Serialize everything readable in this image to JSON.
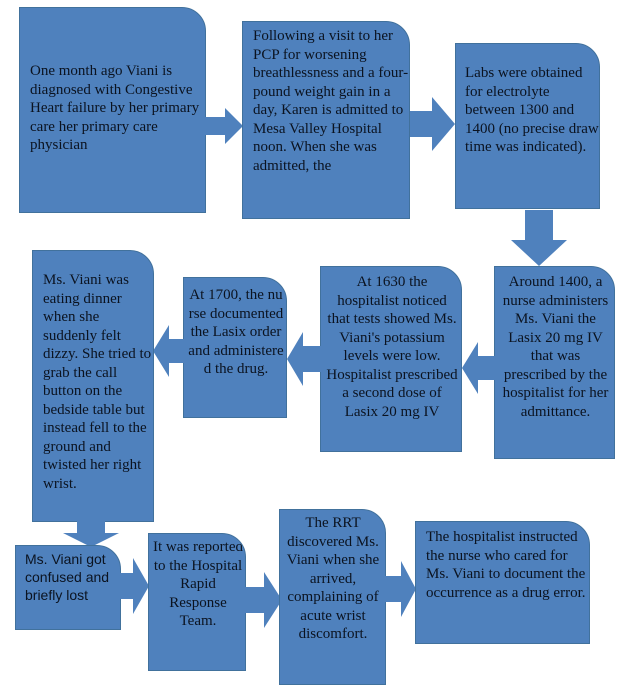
{
  "diagram": {
    "type": "flowchart",
    "colors": {
      "box_fill": "#4f81bd",
      "box_border": "#41719c",
      "text": "#0b1320",
      "arrow": "#4f81bd"
    },
    "steps": [
      {
        "id": 1,
        "text": "One month ago Viani is diagnosed with Congestive Heart failure by her primary care her primary care physician"
      },
      {
        "id": 2,
        "text": "Following a visit to her PCP for worsening breathlessness and a four-pound weight gain in a day, Karen is admitted to Mesa Valley Hospital noon. When she was admitted, the"
      },
      {
        "id": 3,
        "text": "Labs were obtained for electrolyte between 1300 and 1400 (no precise draw time was indicated)."
      },
      {
        "id": 4,
        "text": "Around 1400, a nurse administers Ms. Viani the Lasix 20 mg IV that was prescribed by the hospitalist for her admittance."
      },
      {
        "id": 5,
        "text": "At 1630 the hospitalist noticed that tests showed Ms. Viani's potassium levels were low. Hospitalist prescribed a second dose of Lasix 20 mg IV"
      },
      {
        "id": 6,
        "text": "At 1700, the nurse documented the Lasix order and administered the drug."
      },
      {
        "id": 7,
        "text": "Ms. Viani was eating dinner when she suddenly felt dizzy. She tried to grab the call button on the bedside table but instead fell to the ground and twisted her right wrist."
      },
      {
        "id": 8,
        "text": "Ms. Viani got confused and briefly lost"
      },
      {
        "id": 9,
        "text": "It was reported to the Hospital Rapid Response Team."
      },
      {
        "id": 10,
        "text": "The RRT discovered Ms. Viani when she arrived, complaining of acute wrist discomfort."
      },
      {
        "id": 11,
        "text": "The hospitalist instructed the nurse who cared for Ms. Viani to document the occurrence as a drug error."
      }
    ],
    "arrows": [
      {
        "from": 1,
        "to": 2,
        "direction": "right"
      },
      {
        "from": 2,
        "to": 3,
        "direction": "right"
      },
      {
        "from": 3,
        "to": 4,
        "direction": "down"
      },
      {
        "from": 4,
        "to": 5,
        "direction": "left"
      },
      {
        "from": 5,
        "to": 6,
        "direction": "left"
      },
      {
        "from": 6,
        "to": 7,
        "direction": "left"
      },
      {
        "from": 7,
        "to": 8,
        "direction": "down"
      },
      {
        "from": 8,
        "to": 9,
        "direction": "right"
      },
      {
        "from": 9,
        "to": 10,
        "direction": "right"
      },
      {
        "from": 10,
        "to": 11,
        "direction": "right"
      }
    ]
  }
}
